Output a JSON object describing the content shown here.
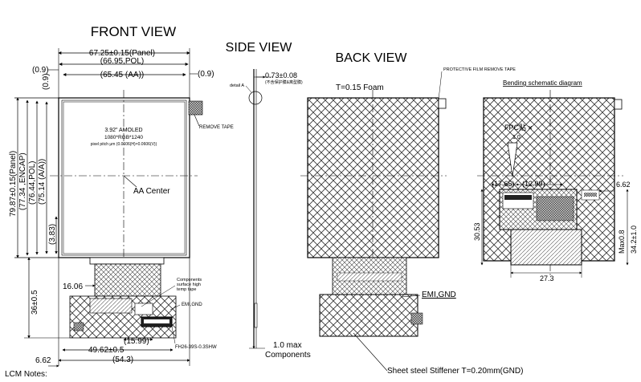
{
  "front": {
    "title": "FRONT VIEW",
    "dim_panel_w": "67.25±0.15(Panel)",
    "dim_pol_w": "(66.95,POL)",
    "dim_aa_w": "(65.45 (AA))",
    "dim_left_09": "(0.9)",
    "dim_right_09": "(0.9)",
    "dim_top_09": "(0.9)",
    "remove_tape": "REMOVE TAPE",
    "spec_line1": "3.92\" AMOLED",
    "spec_line2": "1080*RGB*1240",
    "spec_line3": "pixel pitch μm (0.0606(H)×0.0606(V))",
    "aa_center": "AA Center",
    "dim_panel_h": "79.87±0.15(Panel)",
    "dim_encap_h": "(77.34 ,ENCAP)",
    "dim_pol_h": "(76.44,POL)",
    "dim_aa_h": "(75.14 (A/A))",
    "dim_383": "(3.83)",
    "dim_1606": "16.06",
    "dim_36": "36±0.5",
    "components_note": [
      "Components",
      "surface high",
      "temp tape"
    ],
    "emi_gnd_small": "EMI,GND",
    "dim_1599": "(15.99)",
    "dim_4962": "49.62±0.5",
    "dim_543": "(54.3)",
    "dim_662": "6.62",
    "connector_part": "FH26-39S-0.3SHW",
    "lcm_notes": "LCM Notes:"
  },
  "side": {
    "title": "SIDE VIEW",
    "dim_thickness": "0.73±0.08",
    "thickness_note": "(不含保护膜&离型膜)",
    "detail_label": "detail A",
    "dim_max": "1.0 max",
    "components": "Components"
  },
  "back": {
    "title": "BACK VIEW",
    "foam": "T=0.15 Foam",
    "protective_film": "PROTECTIVE FILM REMOVE TAPE",
    "emi_gnd": "EMI,GND",
    "stiffener": "Sheet steel Stiffener T=0.20mm(GND)"
  },
  "bending": {
    "title": "Bending schematic diagram",
    "fpc_label": "FPC贴 ×",
    "fpc_sub": "1.0",
    "dim_1765": "(17.65)",
    "dim_1299": "(12.99)",
    "dim_662": "6.62",
    "dim_3053": "30.53",
    "dim_273": "27.3",
    "dim_max08": "Max0.8",
    "dim_342": "34.2±1.0"
  }
}
